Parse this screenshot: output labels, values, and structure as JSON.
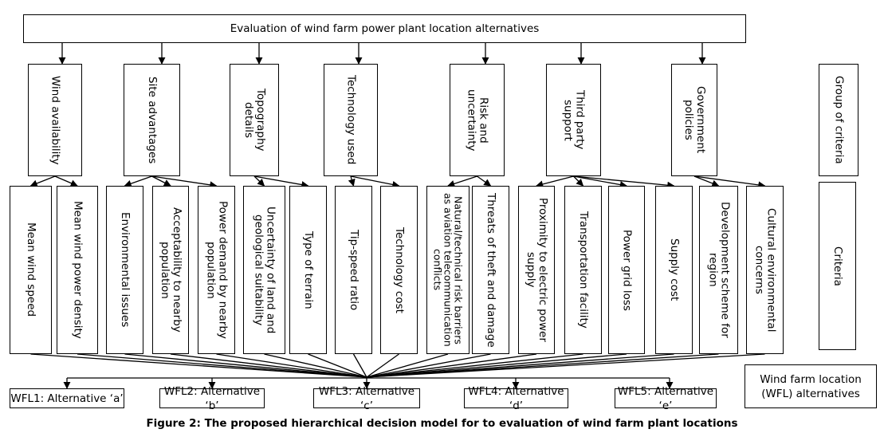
{
  "goal": "Evaluation of wind farm power plant location alternatives",
  "groups": [
    {
      "label": "Wind availability"
    },
    {
      "label": "Site advantages"
    },
    {
      "label": "Topography\ndetails"
    },
    {
      "label": "Technology used"
    },
    {
      "label": "Risk and\nuncertainty"
    },
    {
      "label": "Third party\nsupport"
    },
    {
      "label": "Government\npolicies"
    }
  ],
  "criteria": [
    {
      "label": "Mean wind speed",
      "group": 0
    },
    {
      "label": "Mean wind power density",
      "group": 0
    },
    {
      "label": "Environmental issues",
      "group": 1
    },
    {
      "label": "Acceptability to nearby\npopulation",
      "group": 1
    },
    {
      "label": "Power demand by nearby\npopulation",
      "group": 1
    },
    {
      "label": "Uncertainty of land and\ngeological suitability",
      "group": 2
    },
    {
      "label": "Type of terrain",
      "group": 2
    },
    {
      "label": "Tip-speed ratio",
      "group": 3
    },
    {
      "label": "Technology cost",
      "group": 3
    },
    {
      "label": "Natural/technical risk barriers\nas aviation telecommunication\nconflicts",
      "group": 4
    },
    {
      "label": "Threats of theft and damage",
      "group": 4
    },
    {
      "label": "Proximity to electric power\nsupply",
      "group": 5
    },
    {
      "label": "Transportation facility",
      "group": 5
    },
    {
      "label": "Power grid loss",
      "group": 5
    },
    {
      "label": "Supply cost",
      "group": 5
    },
    {
      "label": "Development scheme for\nregion",
      "group": 6
    },
    {
      "label": "Cultural environmental\nconcerns",
      "group": 6
    }
  ],
  "alternatives": [
    {
      "label": "WFL1: Alternative ‘a’"
    },
    {
      "label": "WFL2: Alternative ‘b’"
    },
    {
      "label": "WFL3: Alternative ‘c’"
    },
    {
      "label": "WFL4: Alternative ‘d’"
    },
    {
      "label": "WFL5: Alternative ‘e’"
    }
  ],
  "legend": {
    "groups": "Group of criteria",
    "criteria": "Criteria",
    "alternatives": "Wind farm location\n(WFL) alternatives"
  },
  "caption": "Figure 2: The proposed hierarchical decision model for to evaluation of wind farm plant locations"
}
